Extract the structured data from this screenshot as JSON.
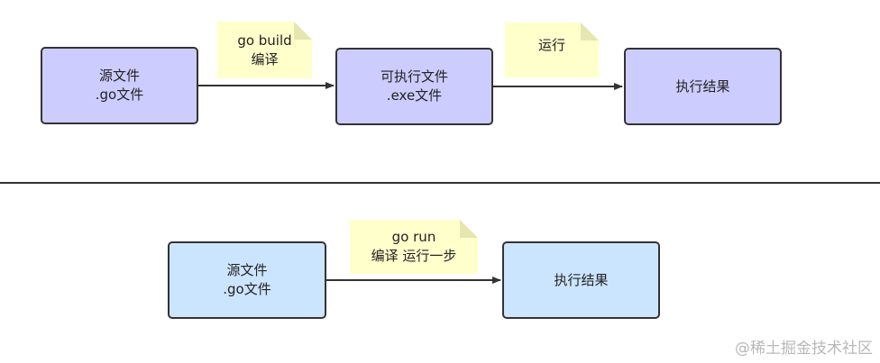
{
  "colors": {
    "box_purple": "#ccccff",
    "box_blue": "#cce5ff",
    "note_yellow": "#ffffcc",
    "note_fold": "#e6e6b0",
    "stroke": "#333333"
  },
  "top_flow": {
    "source": {
      "line1": "源文件",
      "line2": ".go文件"
    },
    "build_note": {
      "line1": "go build",
      "line2": "编译"
    },
    "executable": {
      "line1": "可执行文件",
      "line2": ".exe文件"
    },
    "run_note": {
      "line1": "运行"
    },
    "result": {
      "line1": "执行结果"
    }
  },
  "bottom_flow": {
    "source": {
      "line1": "源文件",
      "line2": ".go文件"
    },
    "run_note": {
      "line1": "go run",
      "line2": "编译 运行一步"
    },
    "result": {
      "line1": "执行结果"
    }
  },
  "watermark": "@稀土掘金技术社区"
}
